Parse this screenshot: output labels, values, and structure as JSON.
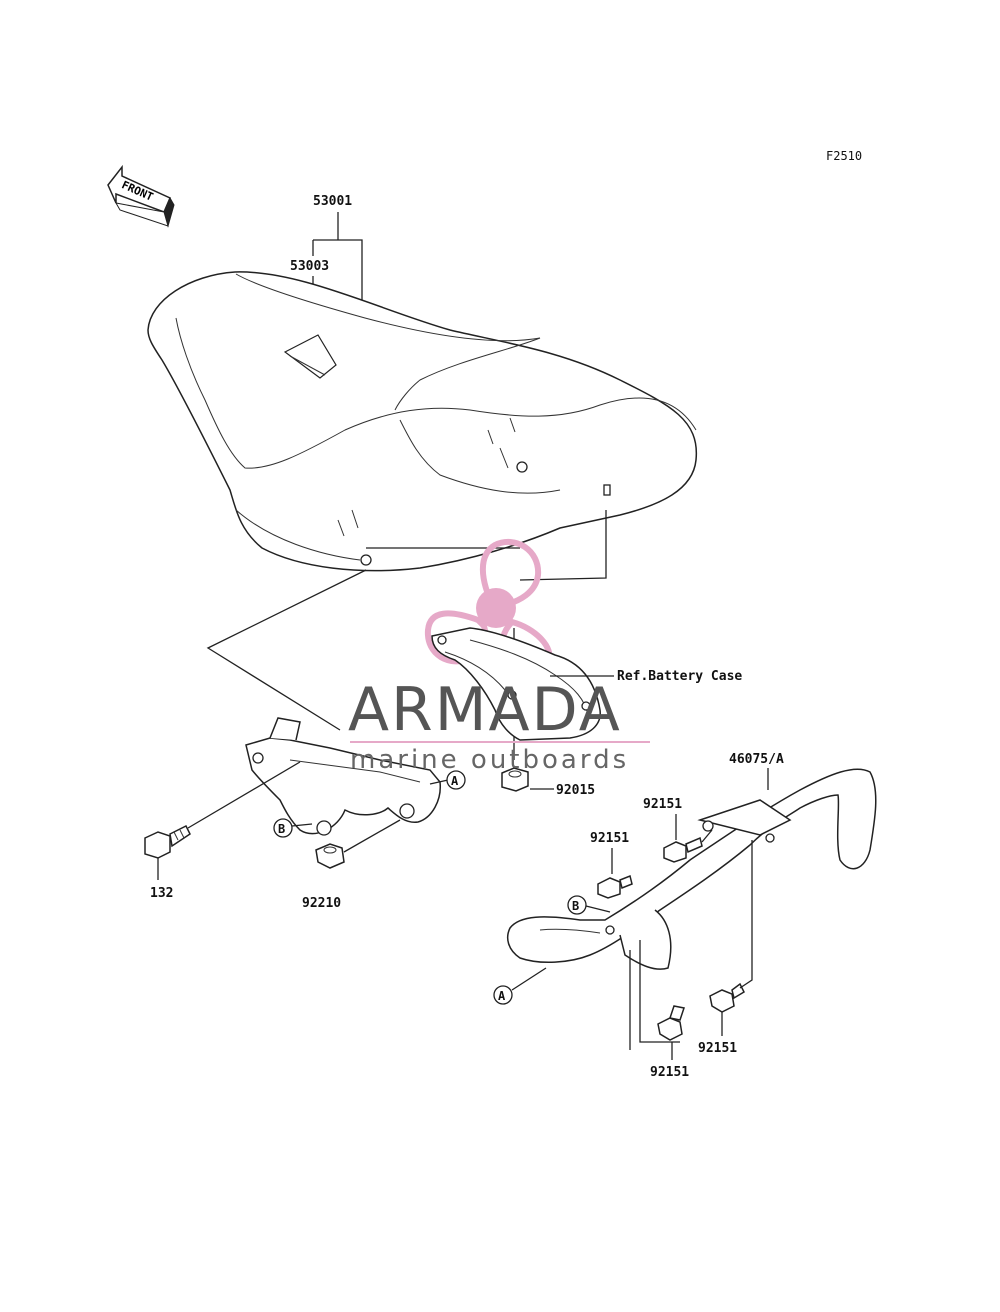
{
  "diagram": {
    "code": "F2510",
    "front_label": "FRONT",
    "parts": {
      "seat": "53001",
      "seat_sub": "53003",
      "bracket_nut": "92015",
      "rail": "46075/A",
      "bolt": "132",
      "nut": "92210",
      "screw_top": "92151",
      "screw_mid": "92151",
      "screw_bottom_left": "92151",
      "screw_bottom_right": "92151"
    },
    "reference": "Ref.Battery Case",
    "markers": {
      "a1": "A",
      "b1": "B",
      "a2": "A",
      "b2": "B"
    }
  },
  "watermark": {
    "brand": "ARMADA",
    "tagline": "marine outboards",
    "colors": {
      "accent": "#e6a9c8",
      "accent_dark": "#d08ab0",
      "text": "#555555"
    }
  }
}
